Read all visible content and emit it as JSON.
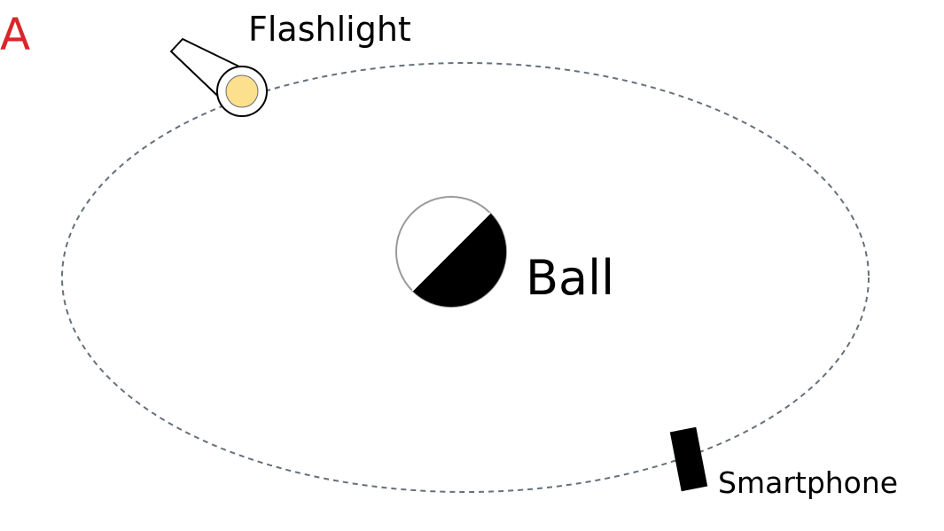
{
  "panel_label": "A",
  "labels": {
    "flashlight": "Flashlight",
    "ball": "Ball",
    "smartphone": "Smartphone"
  },
  "colors": {
    "panel_label": "#d9262b",
    "orbit": "#66707a",
    "flashlight_lens": "#fde08e",
    "ball_dark_half": "#000000",
    "ball_light_half": "#ffffff",
    "smartphone": "#000000"
  }
}
